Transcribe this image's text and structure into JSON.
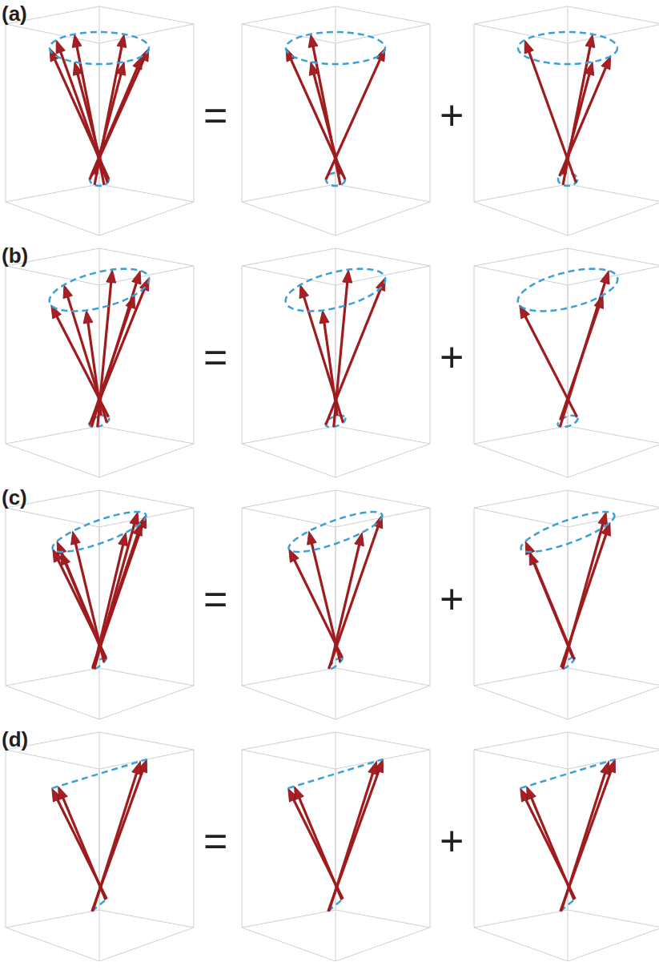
{
  "diagram": {
    "labels": [
      "(a)",
      "=",
      "+",
      "(b)",
      "=",
      "+",
      "(c)",
      "=",
      "+",
      "(d)",
      "=",
      "+"
    ]
  }
}
